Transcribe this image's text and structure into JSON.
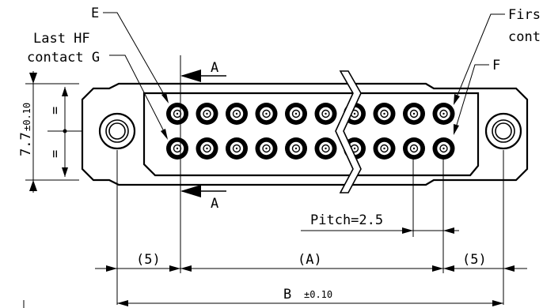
{
  "labels": {
    "e": "E",
    "first_line1": "Firs",
    "first_line2": "cont",
    "last_hf_line1": "Last HF",
    "last_hf_line2": "contact G",
    "f": "F",
    "section_top": "A",
    "section_bottom": "A",
    "height_value": "7.7",
    "height_tol": "±0.10",
    "eq_top": "=",
    "eq_bottom": "=",
    "pitch": "Pitch=2.5",
    "dim_left": "(5)",
    "dim_center": "(A)",
    "dim_right": "(5)",
    "dim_b": "B",
    "dim_b_tol": "±0.10"
  },
  "contacts": {
    "rows": 2,
    "columns_visible": 10,
    "break_after_column": 6
  }
}
